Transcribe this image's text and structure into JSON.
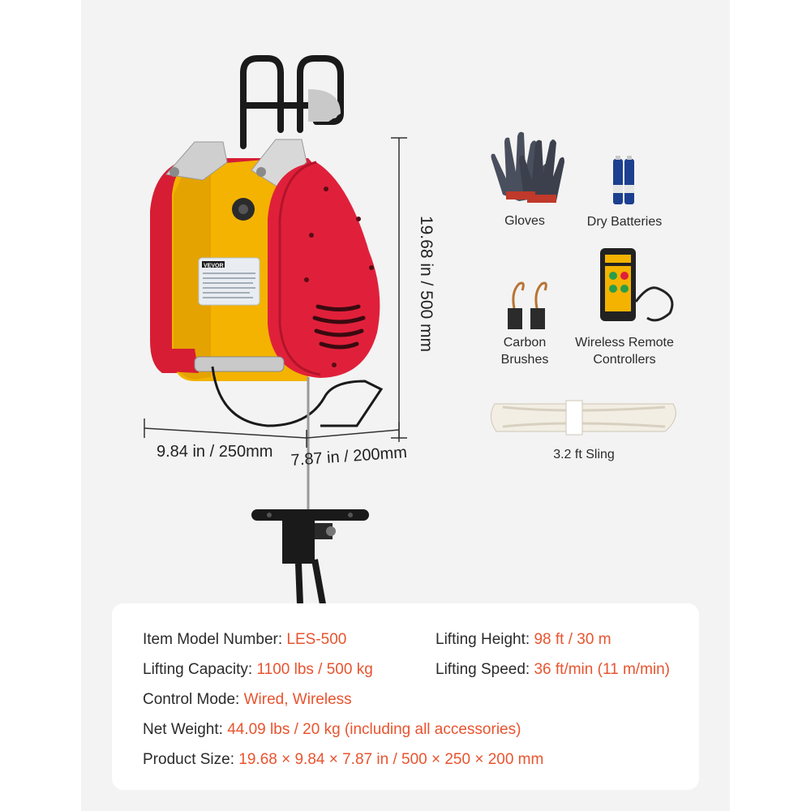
{
  "dimensions": {
    "height": "19.68 in / 500 mm",
    "width": "9.84 in / 250mm",
    "depth": "7.87 in / 200mm"
  },
  "brand": "VEVOR",
  "accessories": [
    {
      "label": "Gloves",
      "icon": "gloves-icon"
    },
    {
      "label": "Dry Batteries",
      "icon": "batteries-icon"
    },
    {
      "label": "Carbon\nBrushes",
      "icon": "carbon-brushes-icon"
    },
    {
      "label": "Wireless Remote\nControllers",
      "icon": "remote-controller-icon"
    },
    {
      "label": "3.2 ft Sling",
      "icon": "sling-icon"
    }
  ],
  "specs": {
    "model": {
      "label": "Item Model Number: ",
      "value": "LES-500"
    },
    "lifting_height": {
      "label": "Lifting Height: ",
      "value": "98 ft / 30 m"
    },
    "capacity": {
      "label": "Lifting Capacity: ",
      "value": "1100 lbs / 500 kg"
    },
    "speed": {
      "label": "Lifting Speed: ",
      "value": "36 ft/min (11 m/min)"
    },
    "control": {
      "label": "Control Mode: ",
      "value": "Wired, Wireless"
    },
    "weight": {
      "label": "Net Weight: ",
      "value": "44.09 lbs / 20 kg (including all accessories)"
    },
    "size": {
      "label": "Product Size: ",
      "value": "19.68 × 9.84 × 7.87 in / 500 × 250 × 200 mm"
    }
  },
  "colors": {
    "accent": "#e8542f",
    "hoist_red": "#e0203a",
    "hoist_yellow": "#f5b800",
    "panel_bg": "#f3f3f3"
  }
}
